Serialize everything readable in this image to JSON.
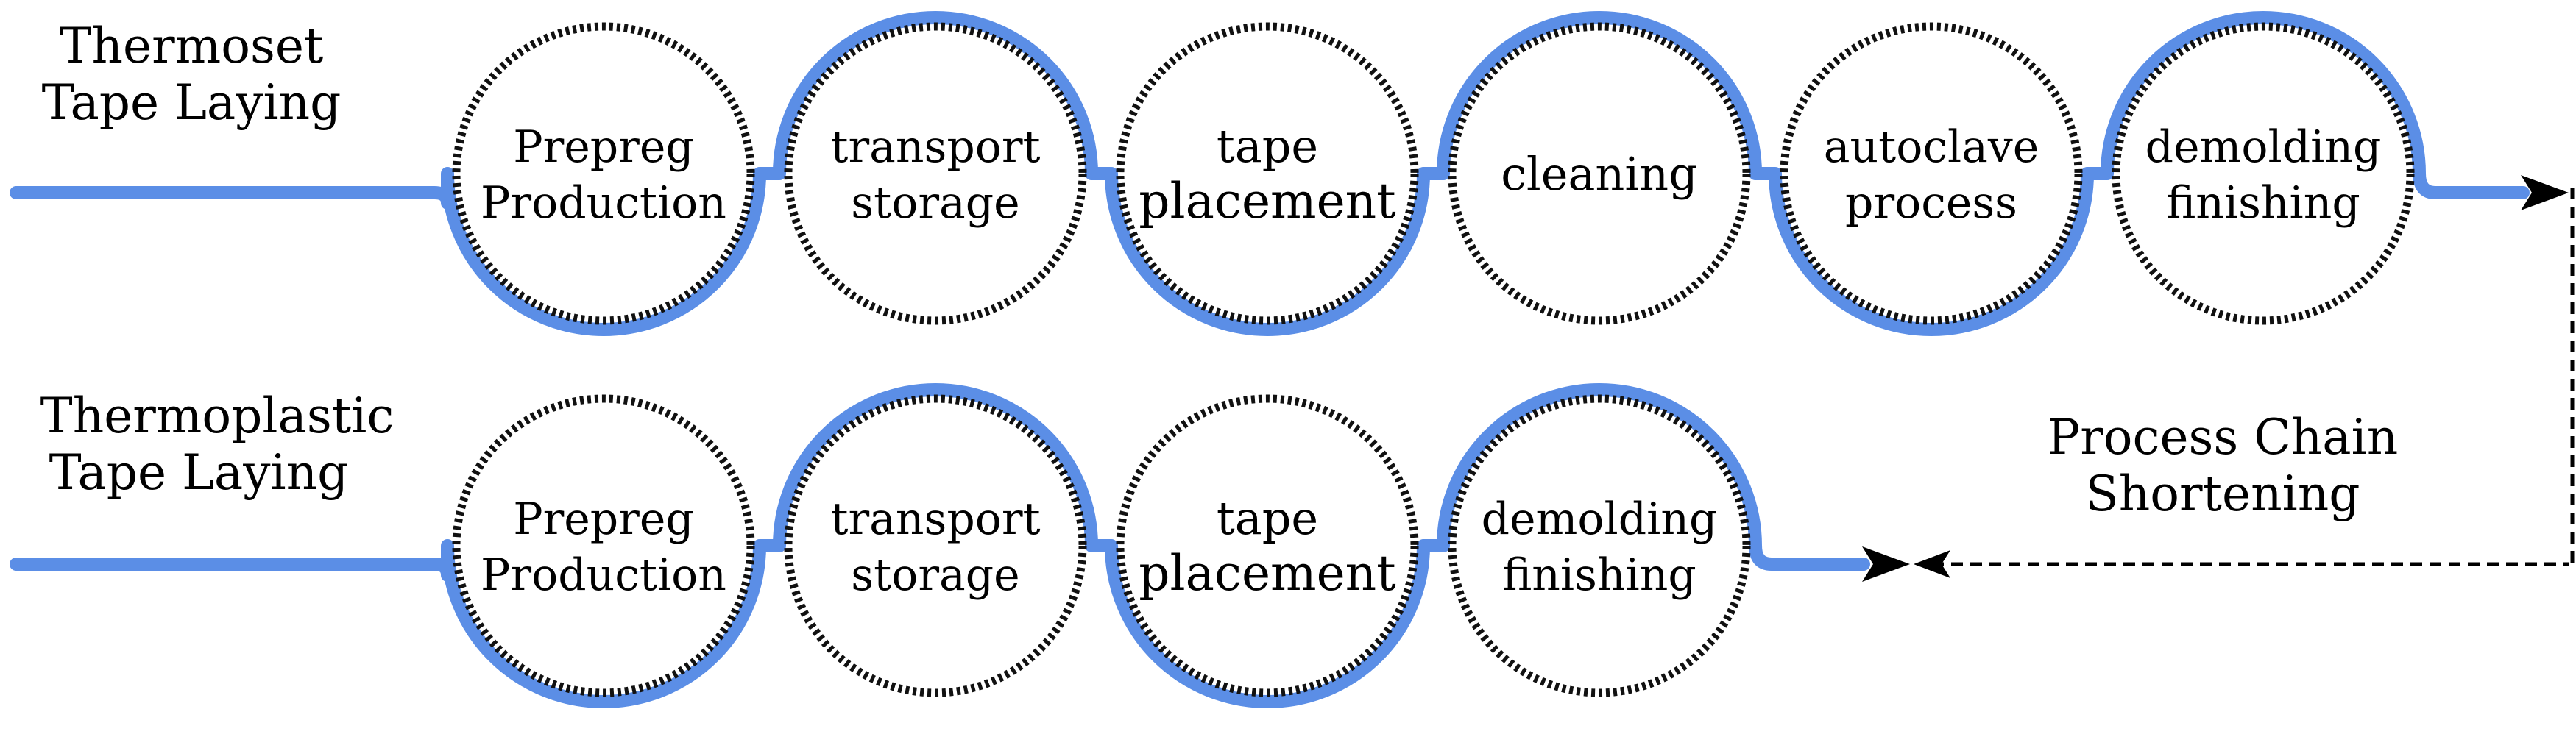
{
  "colors": {
    "flow_line": "#5b8ee6",
    "circle_border": "#111111",
    "text": "#000000",
    "background": "#ffffff"
  },
  "rows": [
    {
      "label": [
        "Thermoset",
        "Tape Laying"
      ],
      "steps": [
        {
          "lines": [
            "Prepreg",
            "Production"
          ]
        },
        {
          "lines": [
            "transport",
            "storage"
          ]
        },
        {
          "lines": [
            "tape",
            "placement"
          ]
        },
        {
          "lines": [
            "cleaning"
          ]
        },
        {
          "lines": [
            "autoclave",
            "process"
          ]
        },
        {
          "lines": [
            "demolding",
            "finishing"
          ]
        }
      ]
    },
    {
      "label": [
        "Thermoplastic",
        "Tape Laying"
      ],
      "steps": [
        {
          "lines": [
            "Prepreg",
            "Production"
          ]
        },
        {
          "lines": [
            "transport",
            "storage"
          ]
        },
        {
          "lines": [
            "tape",
            "placement"
          ]
        },
        {
          "lines": [
            "demolding",
            "finishing"
          ]
        }
      ]
    }
  ],
  "shortening": {
    "label": [
      "Process Chain",
      "Shortening"
    ]
  }
}
